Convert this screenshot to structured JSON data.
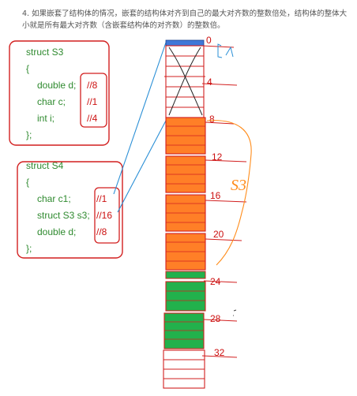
{
  "rule": {
    "number": "4.",
    "text": "如果嵌套了结构体的情况，嵌套的结构体对齐到自己的最大对齐数的整数倍处，结构体的整体大小就是所有最大对齐数（含嵌套结构体的对齐数）的整数倍。"
  },
  "struct_s3": {
    "header": "struct S3",
    "open": "{",
    "members": [
      {
        "decl": "double d;",
        "comment": "//8"
      },
      {
        "decl": "char c;",
        "comment": "//1"
      },
      {
        "decl": "int i;",
        "comment": "//4"
      }
    ],
    "close": "};"
  },
  "struct_s4": {
    "header": "struct S4",
    "open": "{",
    "members": [
      {
        "decl": "char c1;",
        "comment": "//1"
      },
      {
        "decl": "struct S3 s3;",
        "comment": "//16"
      },
      {
        "decl": "double d;",
        "comment": "//8"
      }
    ],
    "close": "};"
  },
  "offsets": [
    "0",
    "4",
    "8",
    "12",
    "16",
    "20",
    "24",
    "28",
    "32"
  ],
  "handwritten_note": "S3",
  "colors": {
    "code_green": "#2f8a2f",
    "annotation_red": "#cc1111",
    "link_blue": "#2a8fd6",
    "s3_orange": "#ff7f27",
    "double_green": "#22b14c",
    "char_blue": "#3f78d8",
    "brace_orange": "#ff8c1a"
  }
}
